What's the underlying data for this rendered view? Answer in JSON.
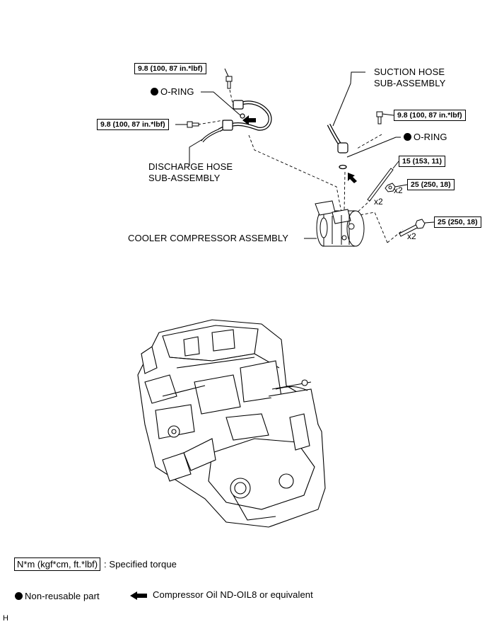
{
  "callouts": {
    "suction_hose": [
      "SUCTION HOSE",
      "SUB-ASSEMBLY"
    ],
    "discharge_hose": [
      "DISCHARGE HOSE",
      "SUB-ASSEMBLY"
    ],
    "o_ring_left": "O-RING",
    "o_ring_right": "O-RING",
    "compressor": "COOLER COMPRESSOR ASSEMBLY"
  },
  "torques": {
    "discharge_bolt_top": "9.8 (100, 87 in.*lbf)",
    "discharge_bolt_side": "9.8 (100, 87 in.*lbf)",
    "suction_bolt": "9.8 (100, 87 in.*lbf)",
    "stud_bolt": "15 (153, 11)",
    "nut": "25 (250, 18)",
    "compressor_bolt": "25 (250, 18)"
  },
  "quantities": {
    "nut": "x2",
    "stud_bolt": "x2",
    "compressor_bolt": "x2"
  },
  "legend": {
    "torque_unit": "N*m (kgf*cm, ft.*lbf)",
    "torque_desc": ": Specified torque",
    "non_reusable": "Non-reusable part",
    "oil": "Compressor Oil ND-OIL8 or equivalent"
  },
  "corner_mark": "H",
  "icons": [
    "bullet-icon",
    "oil-arrow-icon",
    "bolt-icon",
    "nut-icon",
    "engine-illustration",
    "compressor-illustration"
  ]
}
